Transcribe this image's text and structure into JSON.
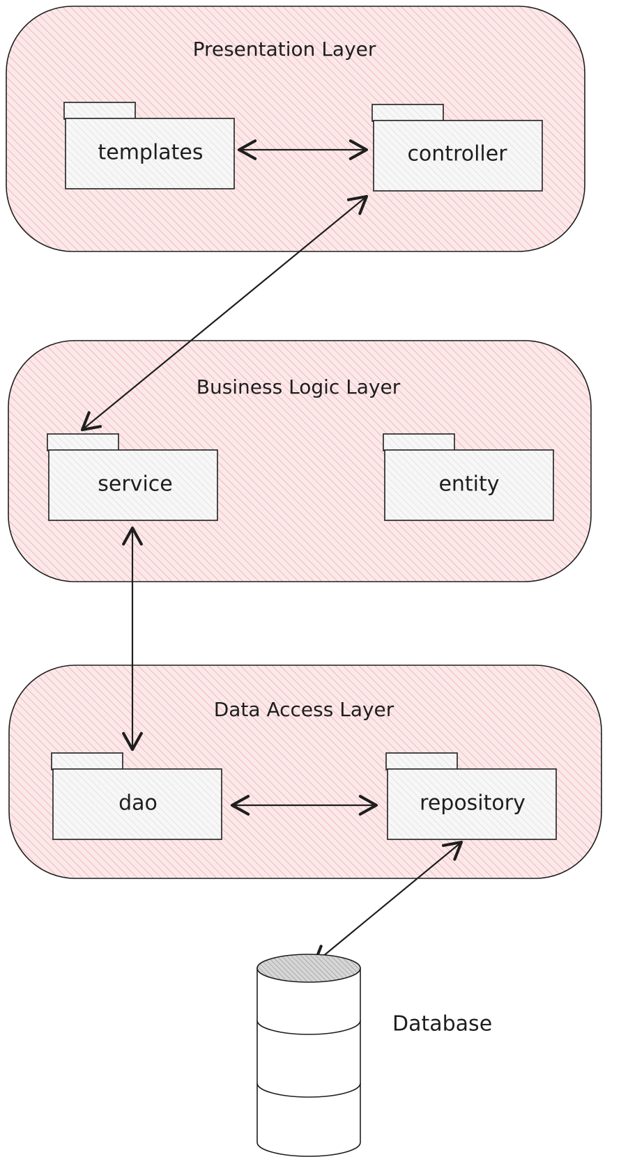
{
  "layers": {
    "presentation": {
      "title": "Presentation Layer",
      "packages": {
        "templates": "templates",
        "controller": "controller"
      }
    },
    "business": {
      "title": "Business Logic Layer",
      "packages": {
        "service": "service",
        "entity": "entity"
      }
    },
    "data_access": {
      "title": "Data Access Layer",
      "packages": {
        "dao": "dao",
        "repository": "repository"
      }
    }
  },
  "database": {
    "label": "Database"
  },
  "colors": {
    "layer_fill": "#fbe7e8",
    "layer_hatch": "#f2a3a8",
    "package_fill": "#f6f6f6",
    "package_hatch": "#c8c8c8",
    "stroke": "#1e1e1e",
    "db_top": "#bdbdbd"
  }
}
